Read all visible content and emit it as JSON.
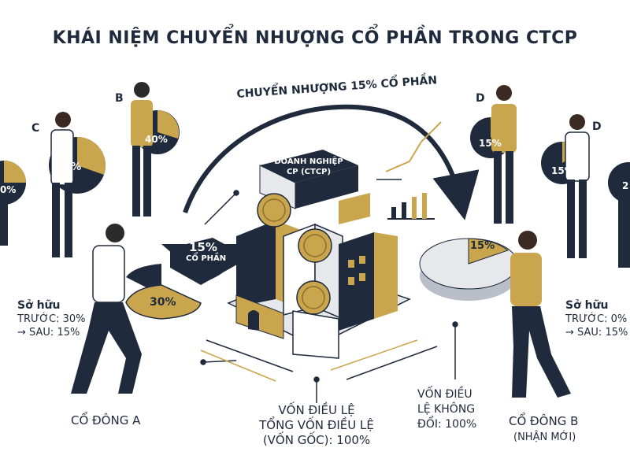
{
  "title": "KHÁI NIỆM CHUYỂN NHƯỢNG CỔ PHẦN TRONG CTCP",
  "transfer_label": "CHUYỂN NHƯỢNG 15% CỔ PHẦN",
  "company_label": "DOANH NGHIỆP\nCP (CTCP)",
  "shareholder_letters": {
    "left_far": "C",
    "left_mid": "B",
    "right_mid": "D",
    "right_far": "D"
  },
  "pie_labels": {
    "left_edge": "0%",
    "c_pie": "40%",
    "b_pie": "40%",
    "d_pie": "15%",
    "d2_pie": "15%",
    "right_edge": "2",
    "slice_15": "15%",
    "slice_15_sub": "CỔ PHẦN",
    "slice_30": "30%",
    "right_slice": "15%"
  },
  "left_ownership": {
    "heading": "Sở hữu",
    "before": "TRƯỚC: 30%",
    "after": "→ SAU: 15%"
  },
  "right_ownership": {
    "heading": "Sở hữu",
    "before": "TRƯỚC: 0%",
    "after": "→ SAU: 15%"
  },
  "charter_unchanged": "VỐN ĐIỀU\nLỆ KHÔNG\nĐỔI: 100%",
  "charter_total": "VỐN ĐIỀU LỆ\nTỔNG VỐN ĐIỀU LỆ\n(VỐN GỐC): 100%",
  "shareholder_a": "CỔ ĐÔNG A",
  "shareholder_b": "CỔ ĐÔNG B",
  "shareholder_b_sub": "(NHẬN MỚI)",
  "colors": {
    "navy": "#1f2a3c",
    "gold": "#c9a64e",
    "light_gray": "#e6e8ec",
    "mid_gray": "#b9bec8"
  }
}
